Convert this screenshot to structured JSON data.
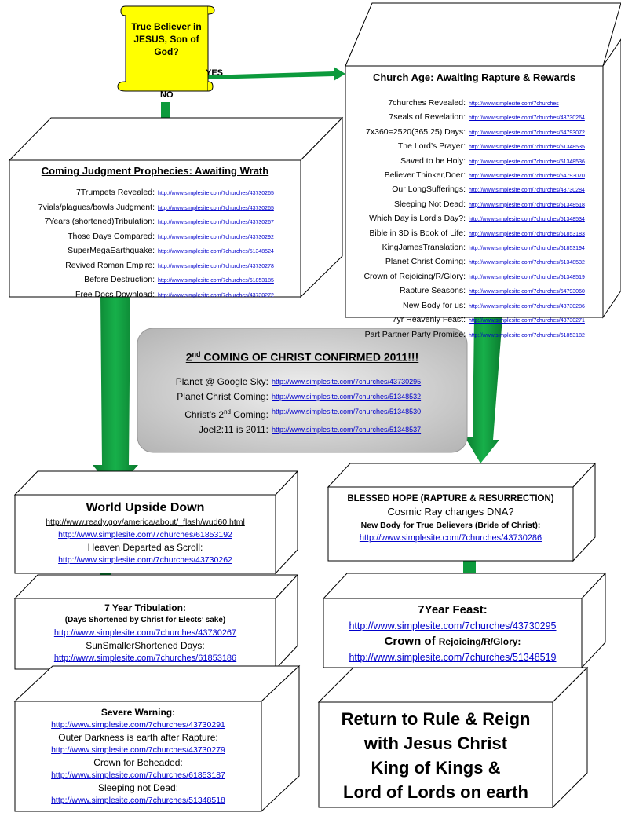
{
  "start": {
    "question": "True Believer in JESUS, Son of God?",
    "yes_label": "YES",
    "no_label": "NO"
  },
  "judgment": {
    "title": "Coming Judgment Prophecies: Awaiting Wrath",
    "items": [
      {
        "label": "7Trumpets Revealed:",
        "url": "http://www.simplesite.com/7churches/43730265"
      },
      {
        "label": "7vials/plagues/bowls Judgment:",
        "url": "http://www.simplesite.com/7churches/43730265"
      },
      {
        "label": "7Years (shortened)Tribulation:",
        "url": "http://www.simplesite.com/7churches/43730267"
      },
      {
        "label": "Those Days Compared:",
        "url": "http://www.simplesite.com/7churches/43730292"
      },
      {
        "label": "SuperMegaEarthquake:",
        "url": "http://www.simplesite.com/7churches/51348524"
      },
      {
        "label": "Revived Roman Empire:",
        "url": "http://www.simplesite.com/7churches/43730278"
      },
      {
        "label": "Before Destruction:",
        "url": "http://www.simplesite.com/7churches/61853185"
      },
      {
        "label": "Free Docs Download:",
        "url": "http://www.simplesite.com/7churches/43730272"
      }
    ]
  },
  "church": {
    "title": "Church Age: Awaiting Rapture & Rewards",
    "items": [
      {
        "label": "7churches Revealed:",
        "url": "http://www.simplesite.com/7churches"
      },
      {
        "label": "7seals of Revelation:",
        "url": "http://www.simplesite.com/7churches/43730264"
      },
      {
        "label": "7x360=2520(365.25) Days:",
        "url": "http://www.simplesite.com/7churches/54793072"
      },
      {
        "label": "The Lord’s Prayer:",
        "url": "http://www.simplesite.com/7churches/51348535"
      },
      {
        "label": "Saved to be Holy:",
        "url": "http://www.simplesite.com/7churches/51348536"
      },
      {
        "label": "Believer,Thinker,Doer:",
        "url": "http://www.simplesite.com/7churches/54793070"
      },
      {
        "label": "Our LongSufferings:",
        "url": "http://www.simplesite.com/7churches/43730284"
      },
      {
        "label": "Sleeping Not Dead:",
        "url": "http://www.simplesite.com/7churches/51348518"
      },
      {
        "label": "Which Day is Lord’s Day?:",
        "url": "http://www.simplesite.com/7churches/51348534"
      },
      {
        "label": "Bible in 3D is Book of Life:",
        "url": "http://www.simplesite.com/7churches/61853183"
      },
      {
        "label": "KingJamesTranslation:",
        "url": "http://www.simplesite.com/7churches/61853194"
      },
      {
        "label": "Planet Christ Coming:",
        "url": "http://www.simplesite.com/7churches/51348532"
      },
      {
        "label": "Crown of Rejoicing/R/Glory:",
        "url": "http://www.simplesite.com/7churches/51348519"
      },
      {
        "label": "Rapture Seasons:",
        "url": "http://www.simplesite.com/7churches/54793060"
      },
      {
        "label": "New Body for us:",
        "url": "http://www.simplesite.com/7churches/43730286"
      },
      {
        "label": "7yr Heavenly Feast:",
        "url": "http://www.simplesite.com/7churches/43730271"
      },
      {
        "label": "Part Partner Party Promise:",
        "url": "http://www.simplesite.com/7churches/61853182"
      }
    ]
  },
  "coming": {
    "title_prefix": "2",
    "title_sup": "nd",
    "title_rest": " COMING OF CHRIST CONFIRMED 2011!!!",
    "items": [
      {
        "label": "Planet @ Google Sky:",
        "url": "http://www.simplesite.com/7churches/43730295"
      },
      {
        "label": "Planet Christ Coming:",
        "url": "http://www.simplesite.com/7churches/51348532"
      },
      {
        "label_prefix": "Christ’s 2",
        "label_sup": "nd",
        "label_rest": " Coming:",
        "url": "http://www.simplesite.com/7churches/51348530"
      },
      {
        "label": "Joel2:11 is 2011:",
        "url": "http://www.simplesite.com/7churches/51348537"
      }
    ]
  },
  "world": {
    "title": "World Upside Down",
    "link1": "http://www.ready.gov/america/about/_flash/wud60.html",
    "link2": "http://www.simplesite.com/7churches/61853192",
    "text": "Heaven Departed as Scroll:",
    "link3": "http://www.simplesite.com/7churches/43730262"
  },
  "tribulation": {
    "title": "7 Year Tribulation:",
    "subtitle": "(Days Shortened by Christ for Elects’ sake)",
    "link1": "http://www.simplesite.com/7churches/43730267",
    "text": "SunSmallerShortened Days:",
    "link2": "http://www.simplesite.com/7churches/61853186"
  },
  "warning": {
    "title": "Severe Warning:",
    "link1": "http://www.simplesite.com/7churches/43730291",
    "text1": "Outer Darkness is earth after Rapture:",
    "link2": "http://www.simplesite.com/7churches/43730279",
    "text2": "Crown for Beheaded:",
    "link3": "http://www.simplesite.com/7churches/61853187",
    "text3": "Sleeping not Dead:",
    "link4": "http://www.simplesite.com/7churches/51348518"
  },
  "blessed": {
    "title": "BLESSED HOPE (RAPTURE & RESURRECTION)",
    "text": "Cosmic Ray changes DNA?",
    "subtitle": "New Body for True Believers (Bride of Christ):",
    "link": "http://www.simplesite.com/7churches/43730286"
  },
  "feast": {
    "title": "7Year Feast:",
    "link1": "http://www.simplesite.com/7churches/43730295",
    "crown_big": "Crown of ",
    "crown_small": "Rejoicing/R/Glory:",
    "link2": "http://www.simplesite.com/7churches/51348519"
  },
  "reign": {
    "line1": "Return to Rule & Reign",
    "line2": "with Jesus Christ",
    "line3": "King of Kings &",
    "line4": "Lord of Lords on earth"
  },
  "colors": {
    "arrow_green": "#0c9a3c",
    "scroll_yellow": "#ffff00",
    "banner_gray": "#c8c8c8",
    "link_blue": "#0000cc"
  }
}
